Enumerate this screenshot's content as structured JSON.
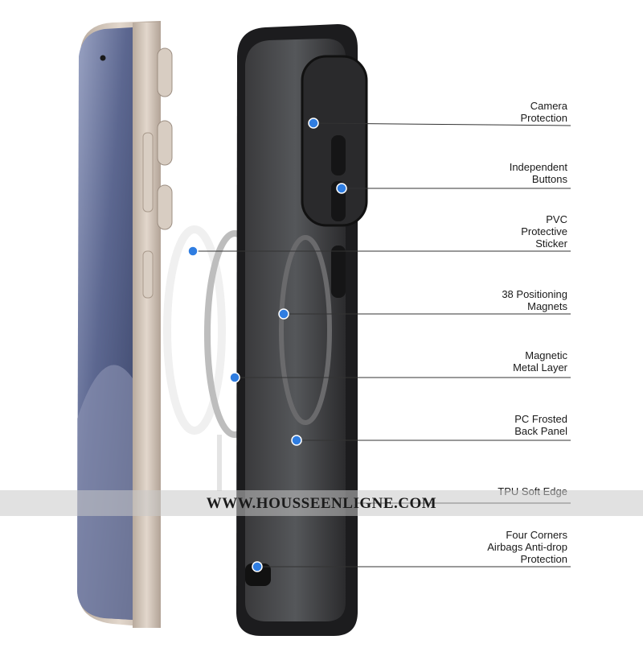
{
  "features": [
    {
      "label": "Camera\nProtection"
    },
    {
      "label": "Independent\nButtons"
    },
    {
      "label": "PVC\nProtective\nSticker"
    },
    {
      "label": "38 Positioning\nMagnets"
    },
    {
      "label": "Magnetic\nMetal Layer"
    },
    {
      "label": "PC Frosted\nBack Panel"
    },
    {
      "label": "TPU Soft Edge"
    },
    {
      "label": "Four Corners\nAirbags Anti-drop\nProtection"
    }
  ],
  "watermark": "WWW.HOUSSEENLIGNE.COM",
  "colors": {
    "marker": "#2f7de1",
    "case": "#1d1d1f",
    "phone_frame": "#c9bcb0",
    "screen": "#5d6a92"
  }
}
